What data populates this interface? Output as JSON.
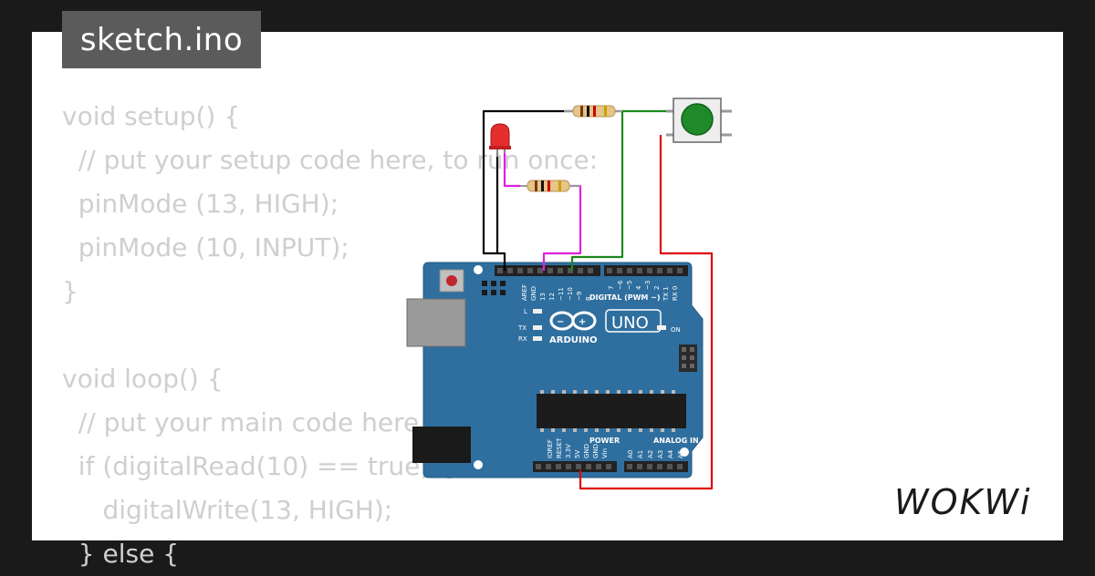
{
  "tab": {
    "filename": "sketch.ino"
  },
  "code_lines": [
    "void setup() {",
    "  // put your setup code here, to run once:",
    "  pinMode (13, HIGH);",
    "  pinMode (10, INPUT);",
    "}",
    "",
    "void loop() {",
    "  // put your main code here, to run repeatedly:",
    "  if (digitalRead(10) == true) {",
    "     digitalWrite(13, HIGH);",
    "  } else {"
  ],
  "board": {
    "model": "UNO",
    "brand": "ARDUINO",
    "digital_label": "DIGITAL (PWM ~)",
    "power_label": "POWER",
    "analog_label": "ANALOG IN",
    "on_label": "ON",
    "l_label": "L",
    "tx_label": "TX",
    "rx_label": "RX",
    "top_pins": [
      "AREF",
      "GND",
      "13",
      "12",
      "~11",
      "~10",
      "~9",
      "8",
      "7",
      "~6",
      "~5",
      "4",
      "~3",
      "2",
      "TX 1",
      "RX 0"
    ],
    "bottom_pins": [
      "IOREF",
      "RESET",
      "3.3V",
      "5V",
      "GND",
      "GND",
      "Vin",
      "A0",
      "A1",
      "A2",
      "A3",
      "A4",
      "A5"
    ]
  },
  "brand_logo": "WOKWi",
  "colors": {
    "board": "#2f6f9f",
    "wire_black": "#000000",
    "wire_green": "#1a8a1a",
    "wire_red": "#e00000",
    "wire_magenta": "#e020e0",
    "led": "#e62e2e",
    "button": "#1f8a2a"
  }
}
